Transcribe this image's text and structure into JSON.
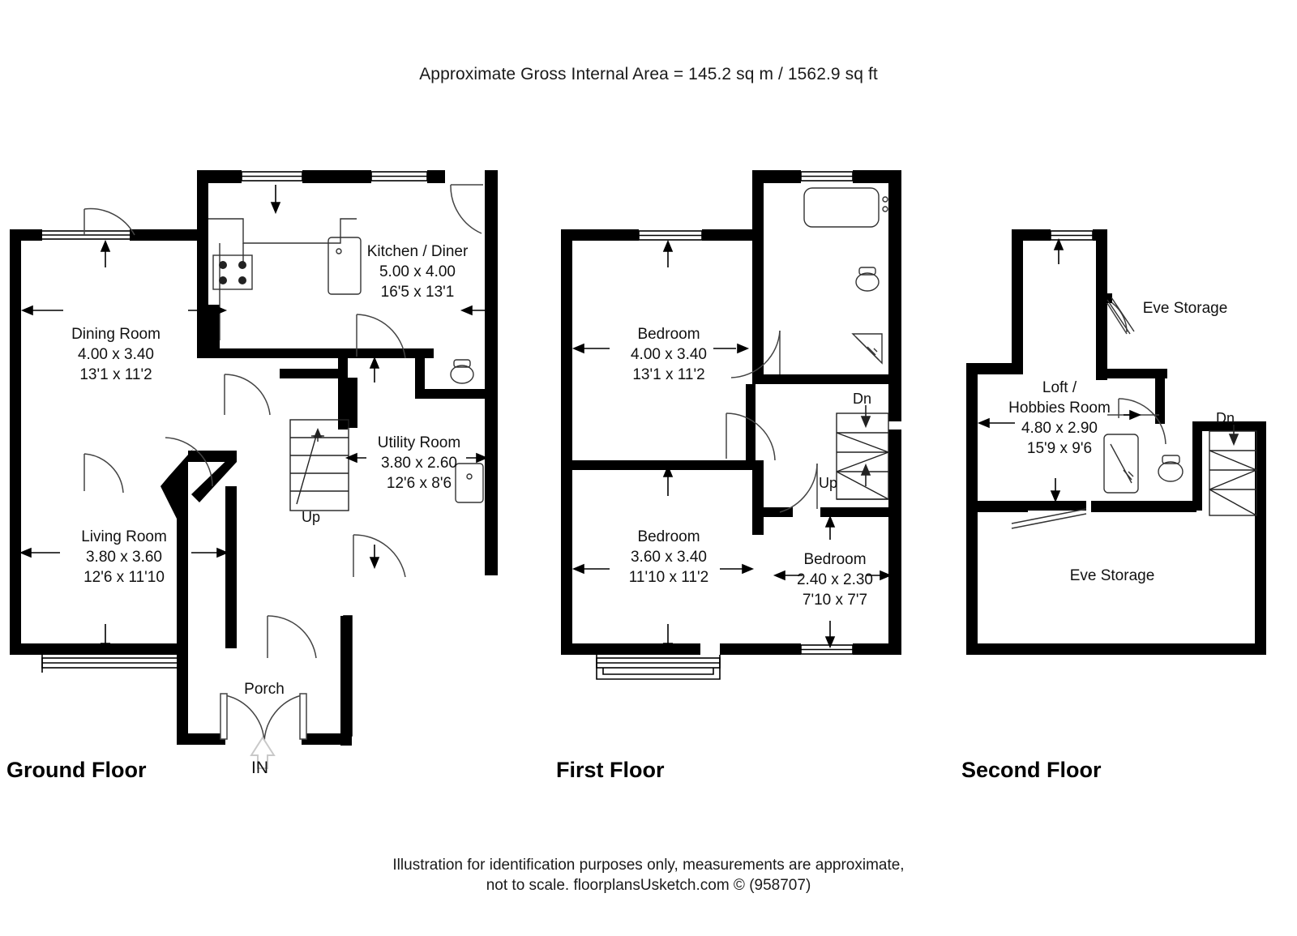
{
  "header": {
    "title": "Approximate Gross Internal Area = 145.2 sq m / 1562.9 sq ft"
  },
  "footer": {
    "line1": "Illustration for identification purposes only, measurements are approximate,",
    "line2": "not to scale. floorplansUsketch.com © (958707)"
  },
  "floors": [
    {
      "id": "ground",
      "title": "Ground Floor",
      "rooms": [
        {
          "name": "Dining Room",
          "metric": "4.00 x 3.40",
          "imperial": "13'1 x 11'2"
        },
        {
          "name": "Living Room",
          "metric": "3.80 x 3.60",
          "imperial": "12'6 x 11'10"
        },
        {
          "name": "Kitchen / Diner",
          "metric": "5.00 x 4.00",
          "imperial": "16'5 x 13'1"
        },
        {
          "name": "Utility Room",
          "metric": "3.80 x 2.60",
          "imperial": "12'6 x 8'6"
        },
        {
          "name": "Porch",
          "metric": "",
          "imperial": ""
        }
      ],
      "markers": [
        {
          "label": "Up"
        },
        {
          "label": "IN"
        }
      ]
    },
    {
      "id": "first",
      "title": "First Floor",
      "rooms": [
        {
          "name": "Bedroom",
          "metric": "4.00 x 3.40",
          "imperial": "13'1 x 11'2"
        },
        {
          "name": "Bedroom",
          "metric": "3.60 x 3.40",
          "imperial": "11'10 x 11'2"
        },
        {
          "name": "Bedroom",
          "metric": "2.40 x 2.30",
          "imperial": "7'10 x 7'7"
        }
      ],
      "markers": [
        {
          "label": "Dn"
        },
        {
          "label": "Up"
        }
      ]
    },
    {
      "id": "second",
      "title": "Second Floor",
      "rooms": [
        {
          "name": "Loft /",
          "name2": "Hobbies Room",
          "metric": "4.80 x 2.90",
          "imperial": "15'9 x 9'6"
        },
        {
          "name": "Eve Storage",
          "metric": "",
          "imperial": ""
        },
        {
          "name": "Eve Storage",
          "metric": "",
          "imperial": ""
        }
      ],
      "markers": [
        {
          "label": "Dn"
        }
      ]
    }
  ],
  "colors": {
    "wall": "#000000",
    "fixture_line": "#555555",
    "background": "#ffffff",
    "text": "#111111"
  }
}
